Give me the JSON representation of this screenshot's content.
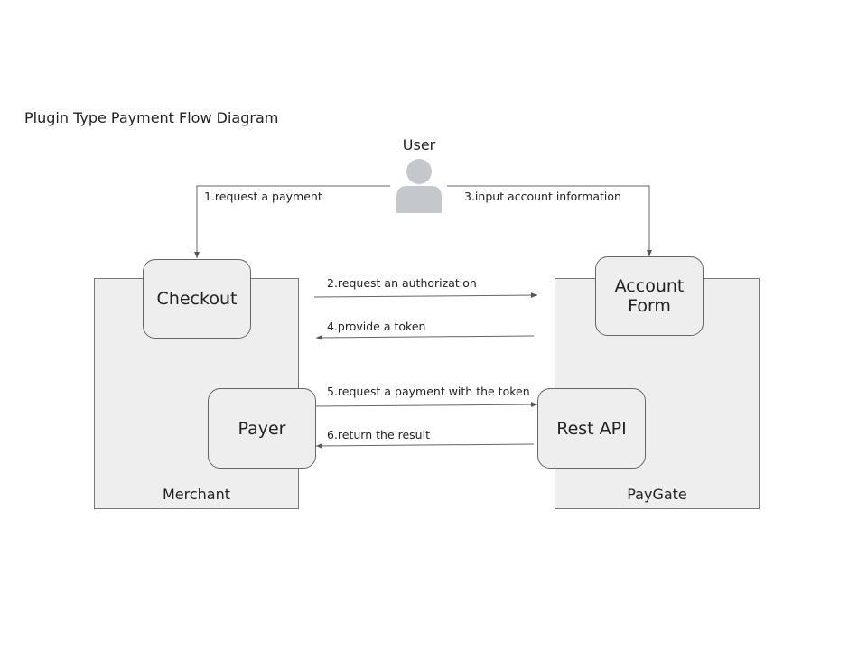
{
  "diagram": {
    "title": "Plugin Type Payment Flow Diagram",
    "actor": {
      "label": "User",
      "icon": "user-icon"
    },
    "containers": {
      "merchant": {
        "label": "Merchant"
      },
      "paygate": {
        "label": "PayGate"
      }
    },
    "nodes": {
      "checkout": "Checkout",
      "account_form": "Account\nForm",
      "payer": "Payer",
      "rest_api": "Rest API"
    },
    "edges": [
      {
        "id": "e1",
        "label": "1.request a payment",
        "from": "User",
        "to": "Checkout"
      },
      {
        "id": "e2",
        "label": "2.request an authorization",
        "from": "Checkout",
        "to": "Account Form"
      },
      {
        "id": "e3",
        "label": "3.input account information",
        "from": "User",
        "to": "Account Form"
      },
      {
        "id": "e4",
        "label": "4.provide a token",
        "from": "Account Form",
        "to": "Checkout"
      },
      {
        "id": "e5",
        "label": "5.request a payment with the token",
        "from": "Payer",
        "to": "Rest API"
      },
      {
        "id": "e6",
        "label": "6.return the result",
        "from": "Rest API",
        "to": "Payer"
      }
    ],
    "colors": {
      "fill": "#eeeeee",
      "stroke": "#666666",
      "icon": "#c4c8cc"
    }
  }
}
